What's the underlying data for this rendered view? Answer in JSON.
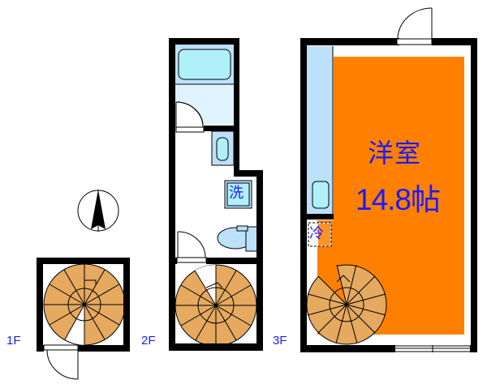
{
  "floors": [
    {
      "id": "1F",
      "label": "1F"
    },
    {
      "id": "2F",
      "label": "2F"
    },
    {
      "id": "3F",
      "label": "3F"
    }
  ],
  "rooms": {
    "western_room": {
      "name": "洋室",
      "size": "14.8帖"
    }
  },
  "fixtures": {
    "washer": "洗",
    "fridge": "冷"
  },
  "colors": {
    "wall": "#000000",
    "room_floor": "#ff8000",
    "stairs": "#e5a95f",
    "closet": "#bfdffb",
    "bath_area": "#bde0fb",
    "bathtub": "#b0f0fa",
    "wash_area": "#def3fd",
    "text": "#1a1aff"
  },
  "compass": {
    "direction": "N"
  }
}
